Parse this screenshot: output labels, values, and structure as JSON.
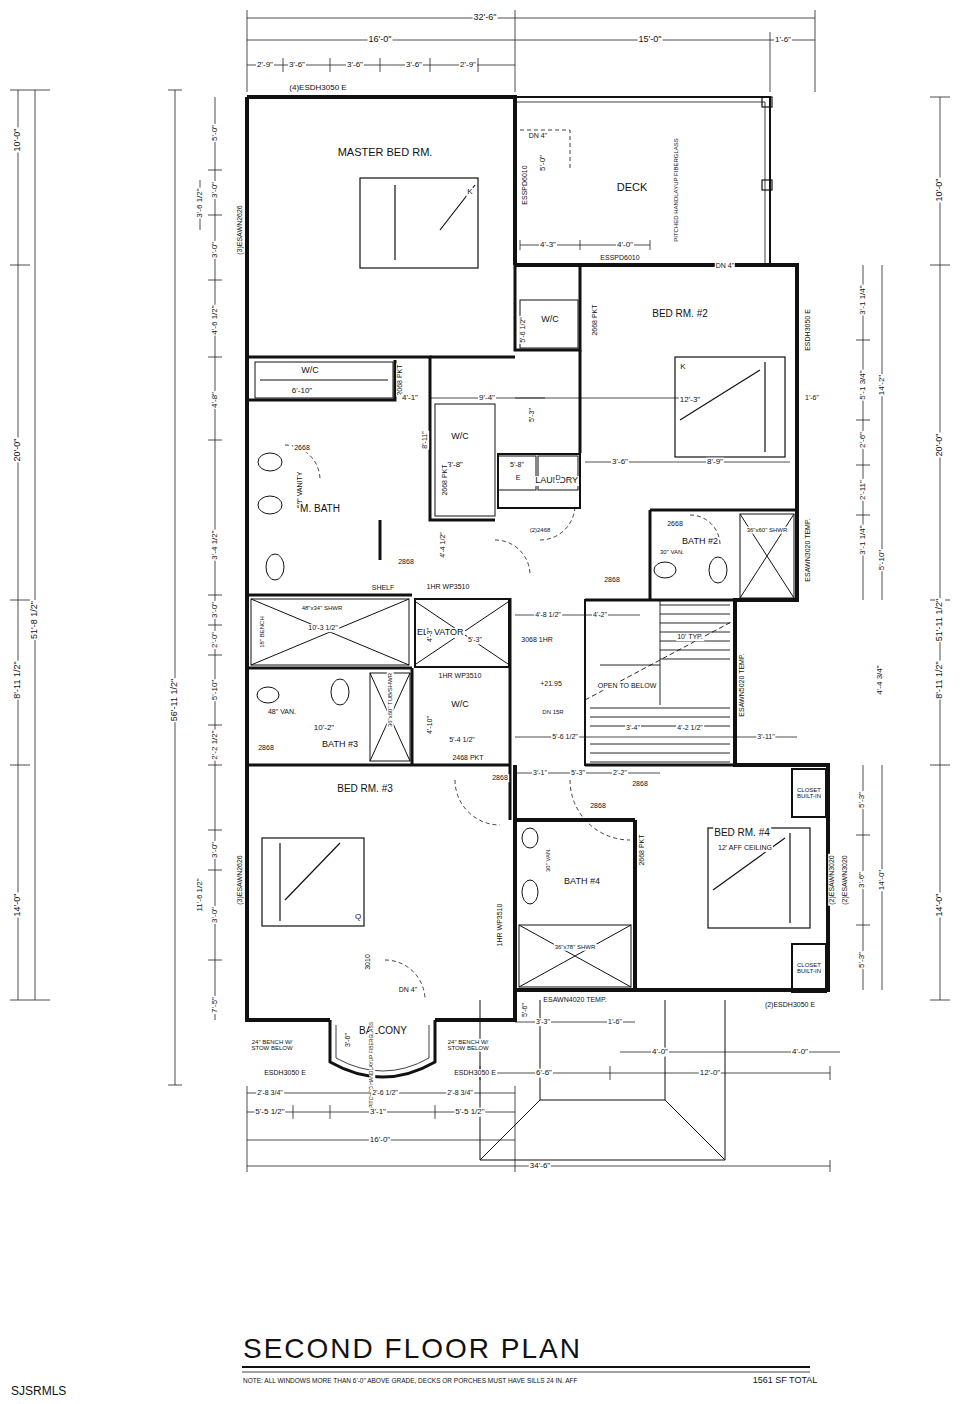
{
  "diagram": {
    "title": "SECOND FLOOR PLAN",
    "nodes": [
      {
        "text": [
          "ELEVATOR"
        ]
      },
      {
        "text": [
          "LAUNDRY"
        ]
      },
      {
        "text": [
          "CLOSET BUILT-IN"
        ]
      },
      {
        "text": [
          "CLOSET BUILT-IN"
        ]
      }
    ],
    "labels": [
      "32'-6\"",
      "16'-0\"",
      "15'-0\"",
      "1'-6\"",
      "2'-9\"",
      "3'-6\"",
      "3'-6\"",
      "3'-6\"",
      "2'-9\"",
      "(4)ESDH3050 E",
      "MASTER BED RM.",
      "DN 4\"",
      "5'-0\"",
      "DECK",
      "PITCHED HANDLAYUP FIBERGLASS",
      "ESSPD6010",
      "K",
      "(3)ESAWN2626",
      "10'-0\"",
      "20'-0\"",
      "51'-8 1/2\"",
      "8'-11 1/2\"",
      "14'-0\"",
      "56'-11 1/2\"",
      "5'-0\"",
      "3'-6 1/2\"",
      "3'-0\"",
      "3'-0\"",
      "4'-6 1/2\"",
      "4'-8\"",
      "3'-4 1/2\"",
      "3'-0\"",
      "2'-0\"",
      "5'-10\"",
      "2'-2 1/2\"",
      "3'-0\"",
      "11'-6 1/2\"",
      "3'-0\"",
      "7'-5\"",
      "10'-0\"",
      "20'-0\"",
      "51'-11 1/2\"",
      "8'-11 1/2\"",
      "14'-0\"",
      "3'-1 1/4\"",
      "5'-1 3/4\"",
      "14'-2\"",
      "2'-6\"",
      "2'-11\"",
      "3'-1 1/4\"",
      "5'-10\"",
      "4'-4 3/4\"",
      "5'-3\"",
      "3'-6\"",
      "5'-3\"",
      "14'-0\"",
      "4'-3\"",
      "4'-0\"",
      "ESSPD6010",
      "DN 4\"",
      "5'-6 1/2\"",
      "W/C",
      "2668 PKT",
      "BED RM. #2",
      "ESDH3050 E",
      "K",
      "12'-3\"",
      "1'-6\"",
      "3'-6\"",
      "8'-9\"",
      "2668",
      "W/C",
      "6'-10\"",
      "2068 PKT",
      "4'-1\"",
      "8'-11\"",
      "9'-4\"",
      "5'-3\"",
      "W/C",
      "3'-8\"",
      "5'-8\"",
      "2668 PKT",
      "E",
      "D",
      "(2)2468",
      "2668",
      "68\" VANITY",
      "M. BATH",
      "4'-4 1/2\"",
      "2868",
      "1HR WP3510",
      "SHELF",
      "48\"x34\" SHWR",
      "18\" BENCH",
      "10'-3 1/2\"",
      "4'-3\"",
      "5'-3\"",
      "2868",
      "BATH #2",
      "30\" VAN.",
      "36\"x60\" SHWR",
      "ESAWN3020 TEMP.",
      "4'-8 1/2\"",
      "4'-2\"",
      "3068 1HR",
      "10' TYP.",
      "+21.95",
      "OPEN TO BELOW",
      "DN 15R",
      "ESAWN5020 TEMP.",
      "48\" VAN.",
      "10'-2\"",
      "BATH #3",
      "36\"x60\" TUB/SHWR",
      "1HR WP3510",
      "W/C",
      "4'-10\"",
      "5'-4 1/2\"",
      "2468 PKT",
      "2868",
      "2868",
      "5'-6 1/2\"",
      "3'-4\"",
      "4'-2 1/2\"",
      "3'-11\"",
      "5'-3\"",
      "2'-2\"",
      "3'-1\"",
      "2868",
      "BED RM. #3",
      "(3)ESAWN2626",
      "Q",
      "3010",
      "DN 4\"",
      "1HR WP3510",
      "BALCONY",
      "PITCHED HANDLAYUP FIBERGLASS",
      "3'-6\"",
      "24\" BENCH W/ STOW BELOW",
      "24\" BENCH W/ STOW BELOW",
      "ESDH3050 E",
      "ESDH3050 E",
      "30\" VAN.",
      "BATH #4",
      "36\"x78\" SHWR",
      "ESAWN4020 TEMP.",
      "3'-3\"",
      "1'-6\"",
      "5'-6\"",
      "2668 PKT",
      "2868",
      "BED RM. #4",
      "12' AFF CEILING",
      "(2)ESAWN3020",
      "(2)ESAWN3020",
      "(2)ESDH3050 E",
      "4'-0\"",
      "4'-0\"",
      "6'-6\"",
      "12'-0\"",
      "2'-8 3/4\"",
      "2'-6 1/2\"",
      "2'-8 3/4\"",
      "5'-5 1/2\"",
      "3'-1\"",
      "5'-5 1/2\"",
      "16'-0\"",
      "34'-6\"",
      "NOTE: ALL WINDOWS MORE THAN 6'-0\" ABOVE GRADE, DECKS OR PORCHES MUST HAVE SILLS 24 IN. AFF",
      "1561 SF TOTAL",
      "SJSRMLS"
    ]
  }
}
